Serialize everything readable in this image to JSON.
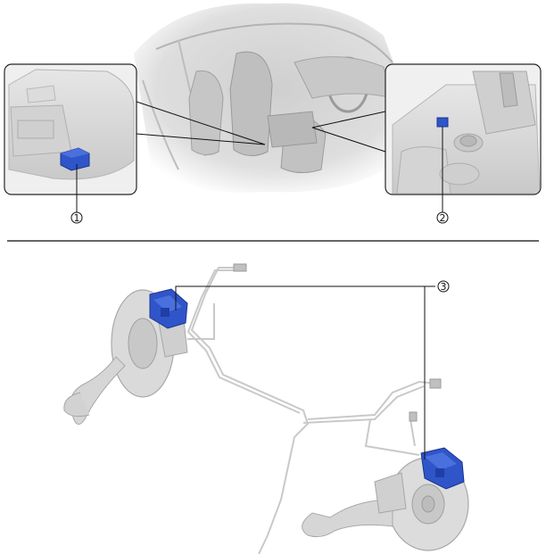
{
  "callouts": [
    {
      "number": "1"
    },
    {
      "number": "2"
    },
    {
      "number": "3"
    }
  ],
  "colors": {
    "highlight": "#2f55c8",
    "highlight_dark": "#1b3590",
    "component_gray": "#d8d8d8",
    "outline": "#222222",
    "separator": "#333333"
  },
  "icons": [
    "vehicle-interior-illustration",
    "brake-assembly-illustration"
  ]
}
